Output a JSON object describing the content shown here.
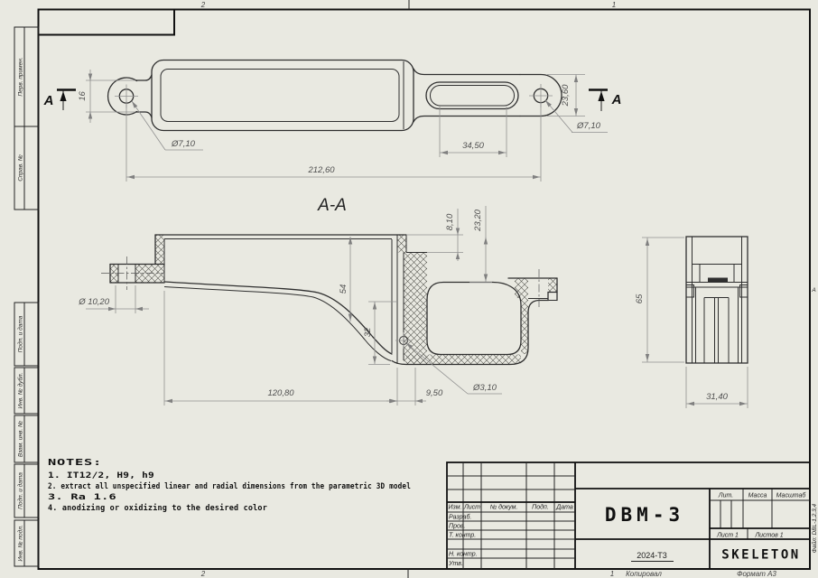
{
  "frame": {
    "zone_top_left": "2",
    "zone_top_right": "1",
    "zone_bottom_left": "2",
    "zone_bottom_right": "1",
    "row_letter_right": "A"
  },
  "margin_labels": {
    "perv_primen": "Перв. примен.",
    "sprav_no": "Справ. №",
    "podp_data_1": "Подп. и дата",
    "inv_dubl": "Инв. № дубл.",
    "vzam_inv": "Взам. инв. №",
    "podp_data_2": "Подп. и дата",
    "inv_podl": "Инв. № подл.",
    "file_note": "Файл: DBL-1,2,3,4"
  },
  "views": {
    "section_title": "A-A",
    "section_arrow_left": "A",
    "section_arrow_right": "A"
  },
  "dims": {
    "top_length": "212,60",
    "top_slot": "34,50",
    "top_hole_left": "Ø7,10",
    "top_hole_right": "Ø7,10",
    "top_height": "23,60",
    "top_strip": "16",
    "sec_boss_hole": "Ø 10,20",
    "sec_web": "120,80",
    "sec_wall": "9,50",
    "sec_hole": "Ø3,10",
    "sec_h54": "54",
    "sec_h32": "32",
    "sec_step": "8,10",
    "sec_pocket": "23,20",
    "side_height": "65",
    "side_width": "31,40"
  },
  "notes": {
    "title": "NOTES:",
    "item1": "1.  IT12/2, H9, h9",
    "item2": "2.  extract all unspecified linear and radial dimensions from the parametric 3D model",
    "item3": "3.  Ra 1.6",
    "item4": "4.  anodizing or oxidizing to the desired color"
  },
  "title_block": {
    "col_izm": "Изм.",
    "col_list": "Лист",
    "col_docum": "№ докум.",
    "col_podp": "Подп.",
    "col_data": "Дата",
    "row_razrab": "Разраб.",
    "row_prov": "Пров.",
    "row_tkontr": "Т. контр.",
    "row_nkontr": "Н. контр.",
    "row_utv": "Утв.",
    "part_number": "DBM-3",
    "doc_code": "2024-T3",
    "lit_label": "Лит.",
    "mass_label": "Масса",
    "scale_label": "Масштаб",
    "sheet_label": "Лист 1",
    "sheets_label": "Листов 1",
    "company": "SKELETON"
  },
  "footer": {
    "copied": "Копировал",
    "format": "Формат А3"
  }
}
